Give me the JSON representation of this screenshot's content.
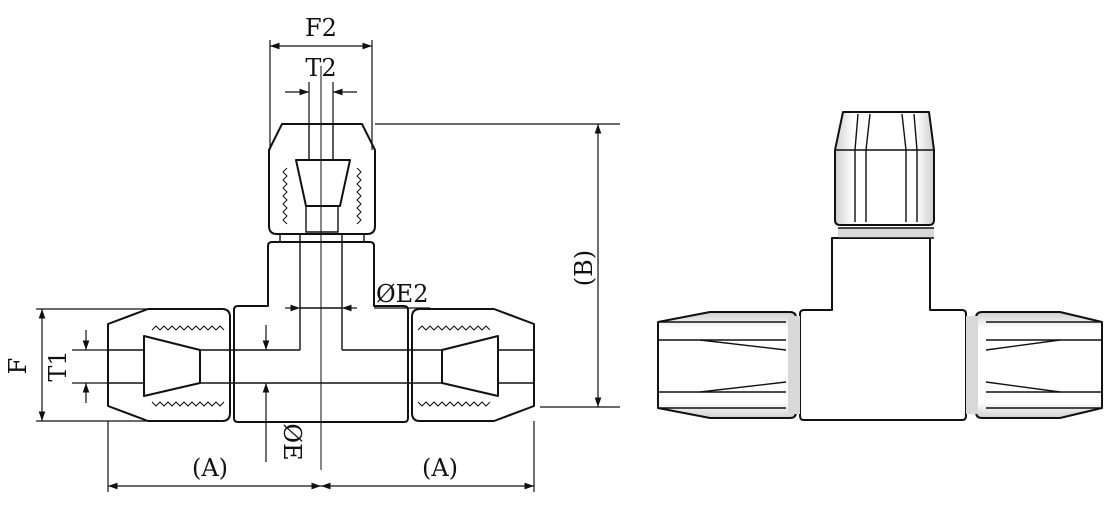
{
  "labels": {
    "f2": "F2",
    "t2": "T2",
    "b": "(B)",
    "e2": "ØE2",
    "f": "F",
    "t1": "T1",
    "e": "ØE",
    "a_left": "(A)",
    "a_right": "(A)"
  },
  "colors": {
    "line": "#111111",
    "background": "#ffffff",
    "highlight": "#d8d8d8"
  }
}
